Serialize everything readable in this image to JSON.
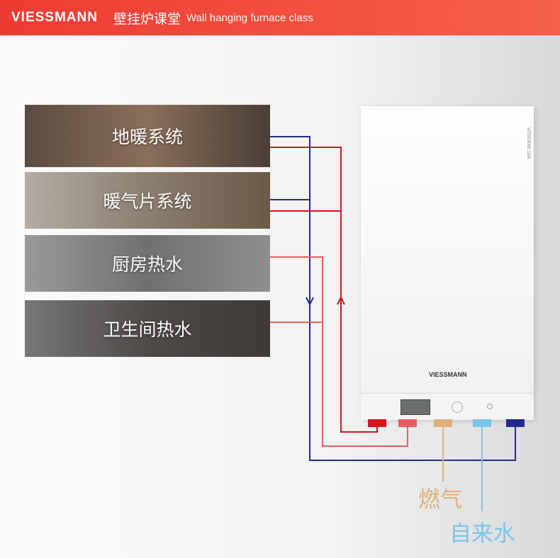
{
  "header": {
    "brand": "VIESSMANN",
    "title": "壁挂炉课堂",
    "subtitle": "Wall hanging furnace class"
  },
  "cards": [
    {
      "label": "地暖系统",
      "bg": "#6a5a4c"
    },
    {
      "label": "暖气片系统",
      "bg": "#7a6c5e"
    },
    {
      "label": "厨房热水",
      "bg": "#8a8a8a"
    },
    {
      "label": "卫生间热水",
      "bg": "#5a5656"
    }
  ],
  "boiler": {
    "model": "VITODENS 100",
    "brand": "VIESSMANN"
  },
  "connectors": [
    {
      "name": "heating-supply",
      "color": "#d9141e"
    },
    {
      "name": "hot-water",
      "color": "#ea5c5f"
    },
    {
      "name": "gas",
      "color": "#deb07a"
    },
    {
      "name": "cold-water",
      "color": "#7cc3ea"
    },
    {
      "name": "heating-return",
      "color": "#232a8c"
    }
  ],
  "labels": {
    "gas": "燃气",
    "gas_color": "#deb07a",
    "water": "自来水",
    "water_color": "#7cc3ea"
  }
}
